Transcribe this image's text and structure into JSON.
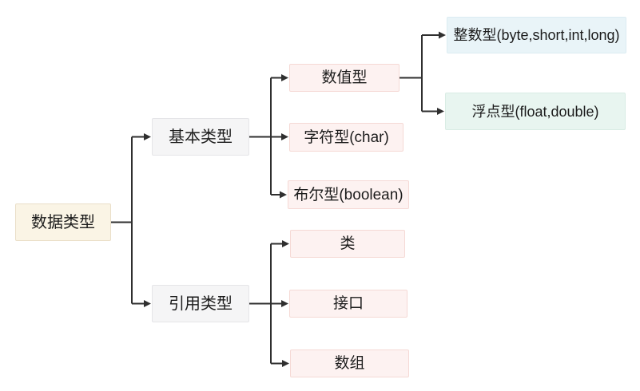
{
  "diagram": {
    "nodes": {
      "root": {
        "label": "数据类型"
      },
      "basic": {
        "label": "基本类型"
      },
      "reference": {
        "label": "引用类型"
      },
      "numeric": {
        "label": "数值型"
      },
      "char": {
        "label": "字符型(char)"
      },
      "boolean": {
        "label": "布尔型(boolean)"
      },
      "integer": {
        "label": "整数型(byte,short,int,long)"
      },
      "float": {
        "label": "浮点型(float,double)"
      },
      "class": {
        "label": "类"
      },
      "interface": {
        "label": "接口"
      },
      "array": {
        "label": "数组"
      }
    },
    "colors": {
      "canvas_bg": "#ffffff",
      "root_bg": "#faf4e5",
      "root_border": "#eadfc8",
      "branch_bg": "#f5f5f6",
      "branch_border": "#e5e5e8",
      "pink_bg": "#fdf2f1",
      "pink_border": "#f5d9d5",
      "blue_bg": "#e9f4f8",
      "blue_border": "#dbecf2",
      "green_bg": "#e8f5f0",
      "green_border": "#d9ece4",
      "line": "#2f2f2f",
      "text": "#1c1c1c"
    }
  }
}
